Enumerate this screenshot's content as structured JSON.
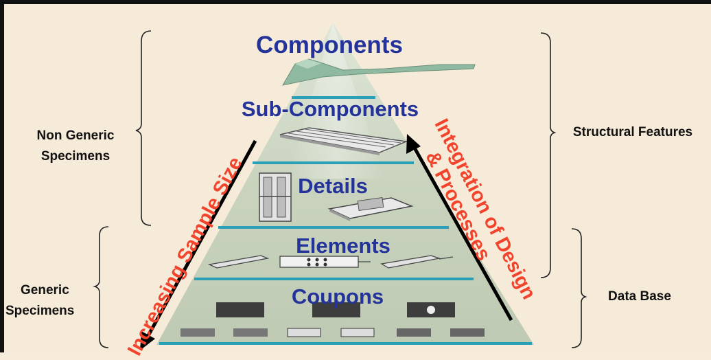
{
  "levels": [
    {
      "label": "Components"
    },
    {
      "label": "Sub-Components"
    },
    {
      "label": "Details"
    },
    {
      "label": "Elements"
    },
    {
      "label": "Coupons"
    }
  ],
  "left_groups": {
    "non_generic": {
      "line1": "Non Generic",
      "line2": "Specimens"
    },
    "generic": {
      "line1": "Generic",
      "line2": "Specimens"
    }
  },
  "right_groups": {
    "structural": "Structural Features",
    "database": "Data Base"
  },
  "arrows": {
    "down": "Increasing Sample Size",
    "up_line1": "Integration of Design",
    "up_line2": "& Processes"
  },
  "colors": {
    "background": "#f6ead8",
    "level_text": "#23339a",
    "arrow_text": "#f2442c",
    "tier_line": "#2a9fb5",
    "pyramid_fill": "#c7d3bb"
  }
}
